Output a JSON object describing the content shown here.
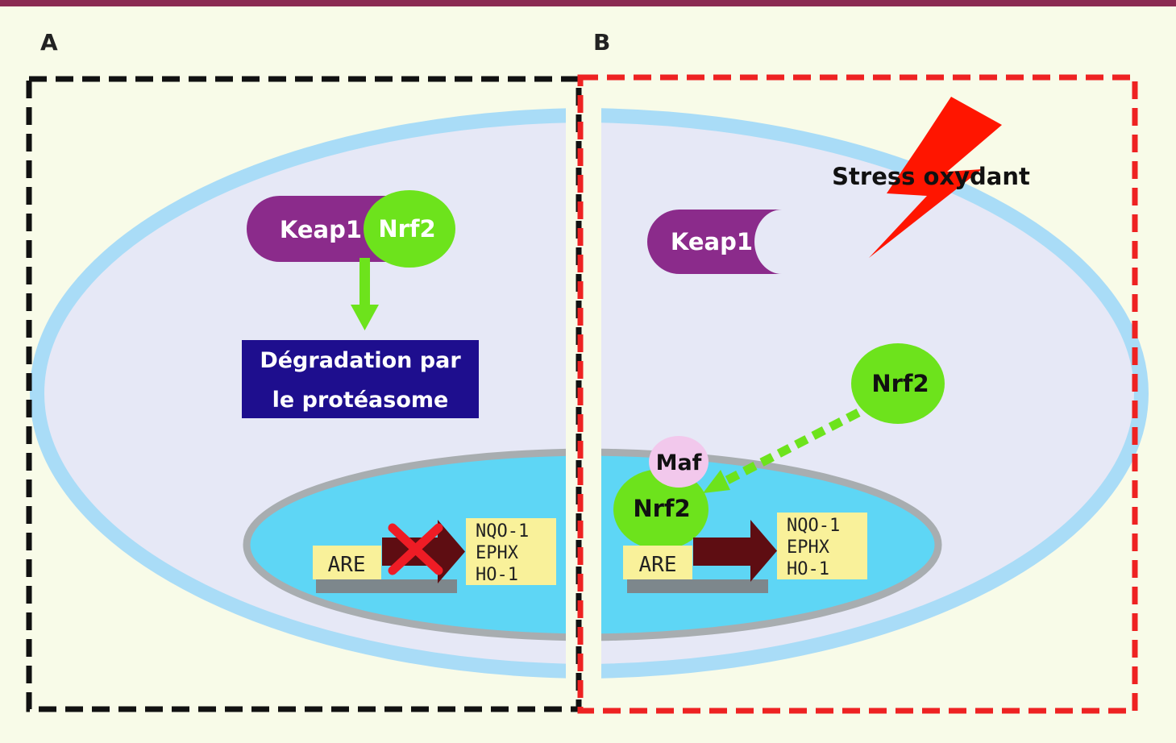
{
  "panels": {
    "a": {
      "letter": "A",
      "complex": {
        "keap1": "Keap1",
        "nrf2": "Nrf2"
      },
      "degradation": {
        "line1": "Dégradation par",
        "line2": "le protéasome"
      },
      "promoter": "ARE",
      "genes": [
        "NQO-1",
        "EPHX",
        "HO-1"
      ]
    },
    "b": {
      "letter": "B",
      "stress": "Stress oxydant",
      "keap1": "Keap1",
      "nrf2_cytoplasm": "Nrf2",
      "maf": "Maf",
      "nrf2_nucleus": "Nrf2",
      "promoter": "ARE",
      "genes": [
        "NQO-1",
        "EPHX",
        "HO-1"
      ]
    }
  },
  "colors": {
    "background": "#f8fbe8",
    "header_rule": "#8b2a52",
    "cell_fill": "#e6e8f6",
    "cell_membrane": "#a9dcf7",
    "nucleus_fill": "#5ed6f5",
    "nucleus_border": "#a8adb0",
    "keap1": "#8b2b8b",
    "nrf2": "#6de31c",
    "maf": "#f2c8ec",
    "degradation_box": "#1e0e8e",
    "gene_box": "#f9f19a",
    "arrow": "#5e0d12",
    "cross": "#ee1c25",
    "lightning": "#ff1500",
    "border_a": "#111111",
    "border_b": "#ee2222"
  }
}
